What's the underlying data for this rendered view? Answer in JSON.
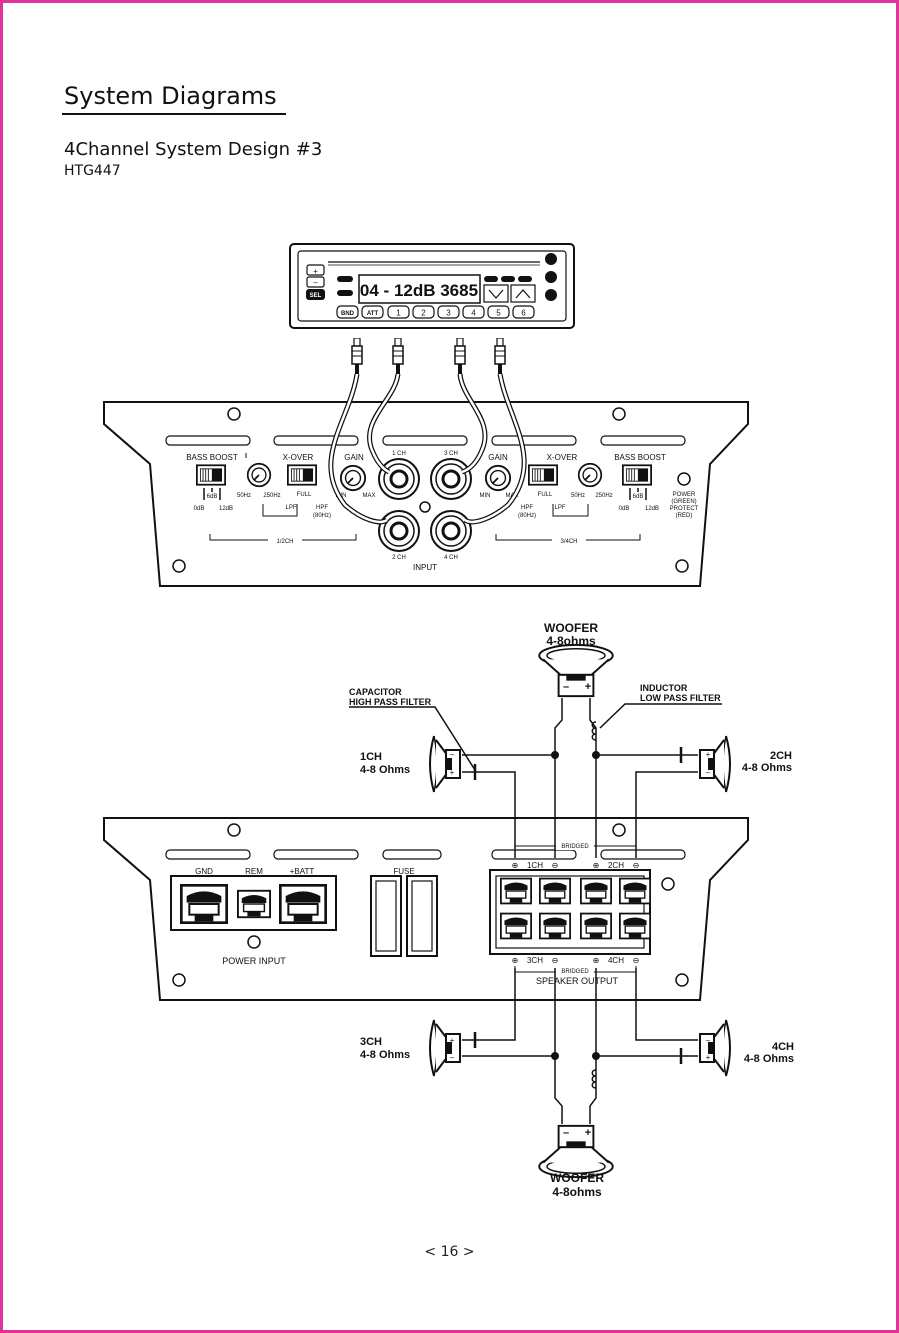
{
  "page": {
    "border_color": "#e0339a"
  },
  "header": {
    "title": "System Diagrams",
    "subtitle": "4Channel System Design #3",
    "model": "HTG447"
  },
  "head_unit": {
    "display": "04 - 12dB 3685",
    "buttons": [
      "BND",
      "ATT",
      "1",
      "2",
      "3",
      "4",
      "5",
      "6"
    ],
    "side_buttons": [
      "+",
      "–",
      "SEL"
    ]
  },
  "amp_top": {
    "left": {
      "bass_boost": "BASS BOOST",
      "xover": "X-OVER",
      "gain": "GAIN",
      "db6": "6dB",
      "db0": "0dB",
      "db12": "12dB",
      "hz50": "50Hz",
      "hz250": "250Hz",
      "full": "FULL",
      "lpf": "LPF",
      "hpf": "HPF",
      "hpf80": "(80Hz)",
      "min": "MIN",
      "max": "MAX",
      "group": "1/2CH"
    },
    "right": {
      "bass_boost": "BASS BOOST",
      "xover": "X-OVER",
      "gain": "GAIN",
      "db6": "6dB",
      "db0": "0dB",
      "db12": "12dB",
      "hz50": "50Hz",
      "hz250": "250Hz",
      "full": "FULL",
      "lpf": "LPF",
      "hpf": "HPF",
      "hpf80": "(80Hz)",
      "min": "MIN",
      "max": "MAX",
      "group": "3/4CH"
    },
    "inputs": [
      "1 CH",
      "3 CH",
      "2 CH",
      "4 CH"
    ],
    "input_label": "INPUT",
    "power_led": [
      "POWER",
      "(GREEN)",
      "PROTECT",
      "(RED)"
    ]
  },
  "speakers": {
    "woofer_top": [
      "WOOFER",
      "4-8ohms"
    ],
    "woofer_bottom": [
      "WOOFER",
      "4-8ohms"
    ],
    "capacitor": [
      "CAPACITOR",
      "HIGH PASS FILTER"
    ],
    "inductor": [
      "INDUCTOR",
      "LOW PASS FILTER"
    ],
    "ch1": [
      "1CH",
      "4-8 Ohms"
    ],
    "ch2": [
      "2CH",
      "4-8 Ohms"
    ],
    "ch3": [
      "3CH",
      "4-8 Ohms"
    ],
    "ch4": [
      "4CH",
      "4-8 Ohms"
    ]
  },
  "amp_bottom": {
    "gnd": "GND",
    "rem": "REM",
    "batt": "+BATT",
    "fuse": "FUSE",
    "power_input": "POWER INPUT",
    "bridged_top": "BRIDGED",
    "bridged_bottom": "BRIDGED",
    "ch1": "1CH",
    "ch2": "2CH",
    "ch3": "3CH",
    "ch4": "4CH",
    "speaker_output": "SPEAKER OUTPUT"
  },
  "footer": {
    "page_number": "< 16 >"
  }
}
